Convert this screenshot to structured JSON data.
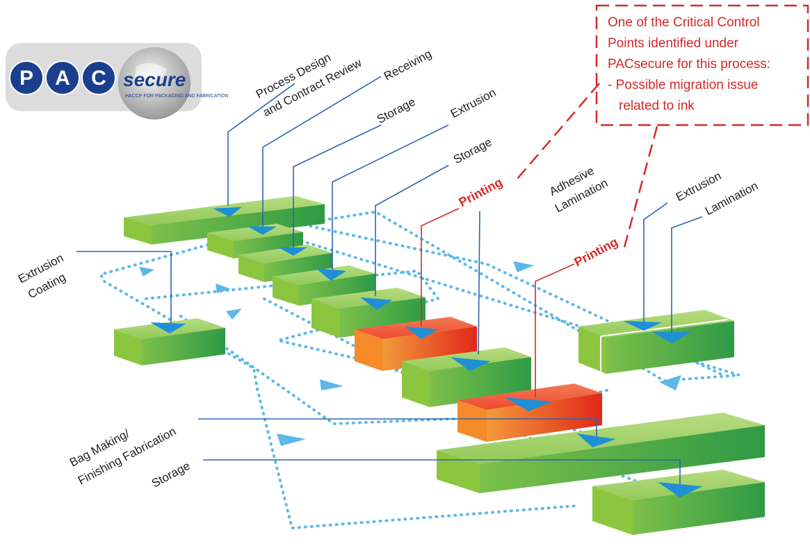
{
  "logo": {
    "letters": [
      "P",
      "A",
      "C"
    ],
    "word": "secure",
    "tagline": "HACCP FOR PACKAGING AND FABRICATION"
  },
  "callout": {
    "lines": [
      "One of the Critical Control",
      "Points identified under",
      "PACsecure for this process:",
      "- Possible migration issue",
      "related to ink"
    ]
  },
  "labels": {
    "process_design_1": "Process Design",
    "process_design_2": "and Contract Review",
    "receiving": "Receiving",
    "storage_1": "Storage",
    "extrusion_1": "Extrusion",
    "storage_2": "Storage",
    "printing_1": "Printing",
    "adhesive_1": "Adhesive",
    "adhesive_2": "Lamination",
    "extrusion_2": "Extrusion",
    "lamination": "Lamination",
    "printing_2": "Printing",
    "extrusion_coating_1": "Extrusion",
    "extrusion_coating_2": "Coating",
    "bag_making_1": "Bag Making/",
    "bag_making_2": "Finishing Fabrication",
    "storage_3": "Storage"
  },
  "colors": {
    "green_top": "#a7d46e",
    "green_front": "#3fa849",
    "green_side": "#8cc63f",
    "red_top": "#f05a3c",
    "red_front": "#e2311f",
    "red_side": "#f58a2a",
    "flow": "#5bb8e8",
    "leader": "#2f63b0",
    "highlight": "#d62828"
  }
}
